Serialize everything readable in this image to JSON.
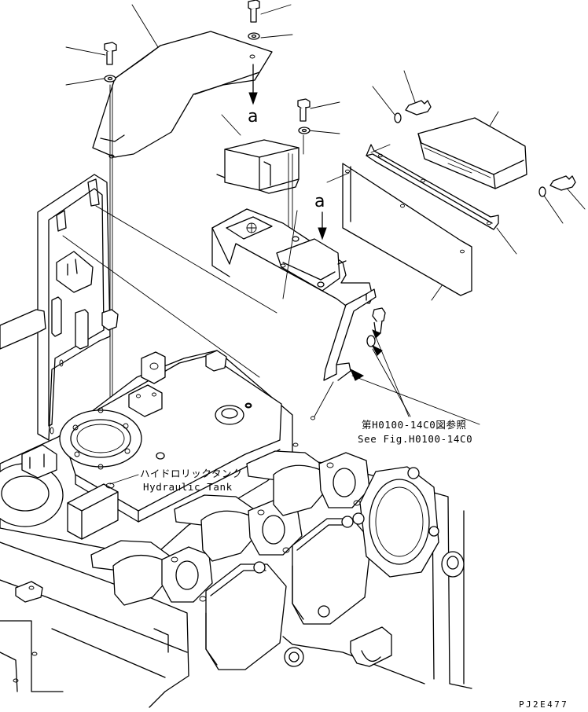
{
  "labels": {
    "view_a_1": "a",
    "view_a_2": "a",
    "tank_jp": "ハイドロリックタンク",
    "tank_en": "Hydraulic Tank",
    "ref_jp": "第H0100-14C0図参照",
    "ref_en": "See Fig.H0100-14C0",
    "drawing_code": "PJ2E477"
  }
}
